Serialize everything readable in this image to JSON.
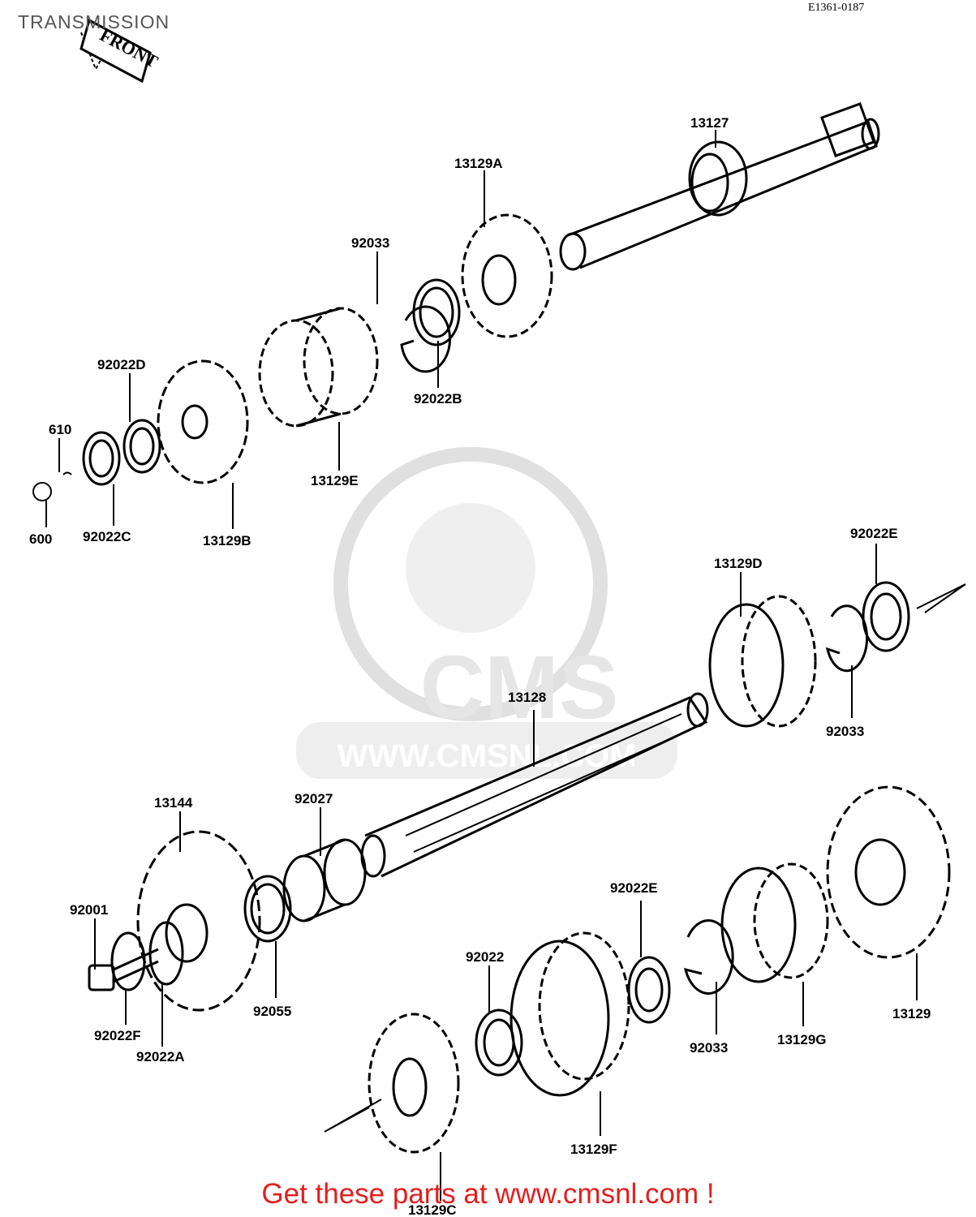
{
  "title": "TRANSMISSION",
  "diagram_ref": "E1361-0187",
  "front_label": "FRONT",
  "watermark": {
    "brand": "CMS",
    "url_text": "WWW.CMSNL.COM"
  },
  "footer_text": "Get these parts at www.cmsnl.com !",
  "parts": {
    "p13127": "13127",
    "p13129A": "13129A",
    "p92033_top": "92033",
    "p92022B": "92022B",
    "p92022D": "92022D",
    "p610": "610",
    "p600": "600",
    "p92022C": "92022C",
    "p13129B": "13129B",
    "p13129E": "13129E",
    "p13129D": "13129D",
    "p92022E_top": "92022E",
    "p92033_mid": "92033",
    "p13128": "13128",
    "p13144": "13144",
    "p92027": "92027",
    "p92001": "92001",
    "p92022F": "92022F",
    "p92022A": "92022A",
    "p92055": "92055",
    "p92022E_low": "92022E",
    "p92022": "92022",
    "p92033_low": "92033",
    "p13129G": "13129G",
    "p13129": "13129",
    "p13129F": "13129F",
    "p13129C": "13129C"
  },
  "colors": {
    "line": "#000000",
    "watermark": "#e6e6e6",
    "footer": "#e31e1e",
    "title": "#555555"
  }
}
